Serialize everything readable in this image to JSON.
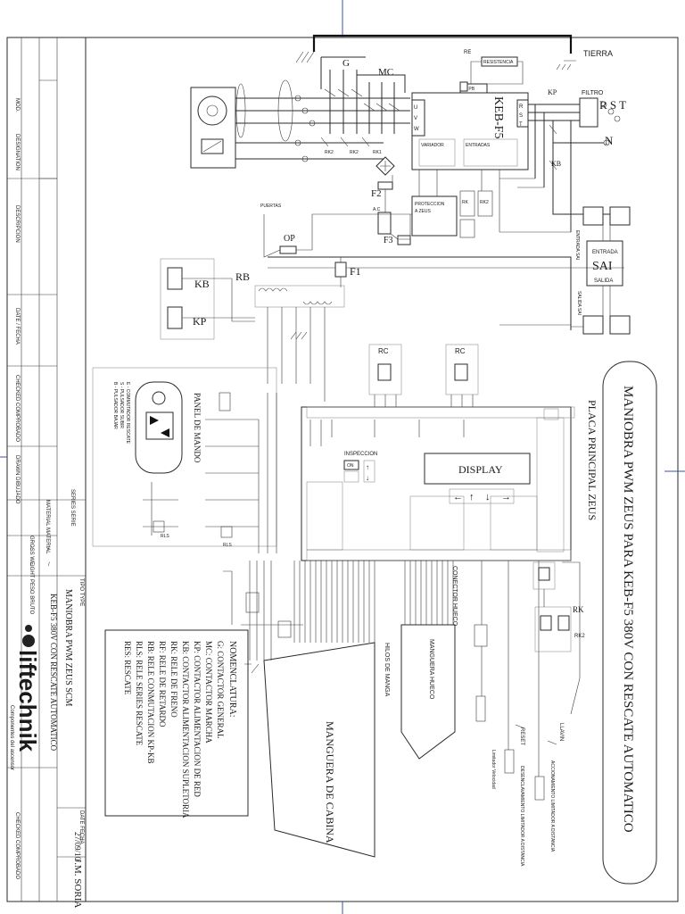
{
  "title": "MANIOBRA PWM ZEUS PARA KEB-F5 380V CON RESCATE AUTOMATICO",
  "subtitle": "PLACA PRINCIPAL ZEUS",
  "labels": {
    "tierra": "TIERRA",
    "rst": "R S T",
    "n": "N",
    "filtro": "FILTRO",
    "resistencia": "RESISTENCIA",
    "keb": "KEB-F5",
    "g": "G",
    "mc": "MC",
    "f1": "F1",
    "f2": "F2",
    "f3": "F3",
    "op": "OP",
    "rb": "RB",
    "kb": "KB",
    "kp": "KP",
    "sai": "SAI",
    "entrada": "ENTRADA",
    "salida": "SALIDA",
    "entrada_sai": "ENTRADA SAI",
    "salida_sai": "SALIDA SAI",
    "display": "DISPLAY",
    "inspeccion": "INSPECCION",
    "on": "ON",
    "panel": "PANEL DE MANDO",
    "panel_e": "E - COMMUTADOR RESCATE",
    "panel_s": "S - PULSADOR SUBIR",
    "panel_b": "B - PULSADOR BAJAR",
    "rc1": "RC",
    "rc2": "RC",
    "conector_hueco": "CONECTOR HUECO",
    "manguera_hueco": "MANGUERA HUECO",
    "hilos_manga": "HILOS DE MANGA",
    "manguera_cabina": "MANGUERA DE CABINA",
    "reset": "RESET",
    "llavin": "LLAVIN",
    "rk": "RK",
    "rk2": "RK2",
    "accionamiento": "ACCIONAMIENTO LIMITADOR A DISTANCIA",
    "desenclavamiento": "DESENCLAVAMIENTO LIMITADOR A DISTANCIA",
    "limitador": "Limitador Velocidad",
    "puertas": "PUERTAS",
    "mod": "MOD.",
    "designation": "DESIGNATION",
    "description": "DESCRIPCION",
    "date_fecha": "DATE / FECHA",
    "checked": "CHECKED COMPROBADO",
    "drawn": "DRAWN DIBUJADO",
    "series": "SERIES SERIE",
    "material": "MATERIAL MATERIAL",
    "weight": "GROSS WEIGHT PESO BRUTO",
    "tipo": "TIPO TYPE",
    "titlebox": "MANIOBRA PWM ZEUS SCM",
    "titlebox2": "KEB-F5 380V CON RESCATE AUTOMATICO",
    "date_label": "DATE FECHA",
    "date_value": "27/09/10",
    "author": "J.M. SORIA",
    "brand": "liftechnik",
    "brand_sub": "Componentes del ascensor"
  },
  "legend": {
    "heading": "NOMENCLATURA:",
    "items": [
      "G: CONTACTOR GENERAL",
      "MC: CONTACTOR MARCHA",
      "KP: CONTACTOR ALIMENTACION DE RED",
      "KB: CONTACTOR ALIMENTACION SUPLETORIA",
      "RK: RELE DE FRENO",
      "RF: RELE DE RETARDO",
      "RB: RELE CONMUTACION KP-KB",
      "RLS: RELE SERIES RESCATE",
      "RES: RESCATE"
    ]
  },
  "colors": {
    "ink": "#1a1a1a",
    "frame": "#3b4fa0",
    "paper": "#ffffff"
  }
}
